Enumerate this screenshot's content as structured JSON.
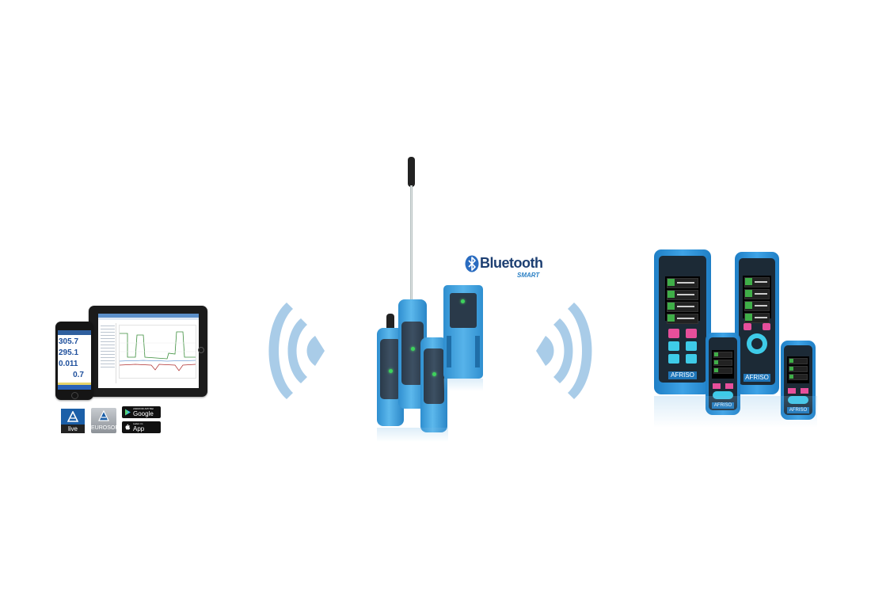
{
  "mobile": {
    "phone_readings": [
      {
        "value": "305.7"
      },
      {
        "value": "295.1"
      },
      {
        "value": "0.011"
      },
      {
        "value": "0.7"
      }
    ],
    "badges": {
      "live_label": "live",
      "eurosoft_label": "EUROSOFT"
    },
    "stores": {
      "google_top": "ANDROID APP BEI",
      "google_main": "Google play",
      "apple_top": "Laden im",
      "apple_main": "App Store"
    }
  },
  "bluetooth": {
    "label": "Bluetooth",
    "sub_label": "SMART",
    "color": "#1d3f72"
  },
  "colors": {
    "wave": "#a9cce8",
    "device_blue": "#3aa3e3",
    "led_green": "#3dd35c",
    "key_pink": "#e64f9b",
    "key_cyan": "#3ecbe8"
  },
  "analyzers": {
    "brand": "AFRISO"
  }
}
